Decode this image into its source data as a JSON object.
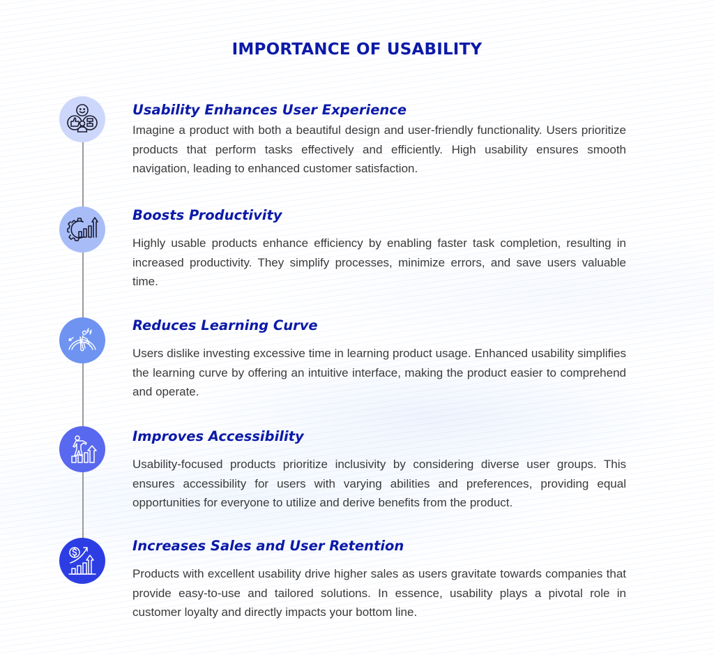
{
  "page": {
    "title": "IMPORTANCE OF USABILITY"
  },
  "colors": {
    "title": "#0b1aa8",
    "heading": "#0b1aa8",
    "body_text": "#3a3a3a",
    "timeline_line": "#9a9a9a",
    "circle_1": "#cdd7fb",
    "circle_2": "#a8bdf8",
    "circle_3": "#6e93f1",
    "circle_4": "#5868ef",
    "circle_5": "#2c3ee3"
  },
  "items": [
    {
      "icon": "user-experience-icon",
      "heading": "Usability Enhances User Experience",
      "text": "Imagine a product with both a beautiful design and user-friendly functionality. Users prioritize products that perform tasks effectively and efficiently. High usability ensures smooth navigation, leading to enhanced customer satisfaction."
    },
    {
      "icon": "gear-growth-chart-icon",
      "heading": "Boosts Productivity",
      "text": "Highly usable products enhance efficiency by enabling faster task completion, resulting in increased productivity. They simplify processes, minimize errors, and save users valuable time."
    },
    {
      "icon": "learning-curve-gauge-icon",
      "heading": "Reduces Learning Curve",
      "text": "Users dislike investing excessive time in learning product usage. Enhanced usability simplifies the learning curve by offering an intuitive interface, making the product easier to comprehend and operate."
    },
    {
      "icon": "person-climbing-steps-icon",
      "heading": "Improves Accessibility",
      "text": "Usability-focused products prioritize inclusivity by considering diverse user groups. This ensures accessibility for users with varying abilities and preferences, providing equal opportunities for everyone to utilize and derive benefits from the product."
    },
    {
      "icon": "dollar-growth-chart-icon",
      "heading": "Increases Sales and User Retention",
      "text": "Products with excellent usability drive higher sales as users gravitate towards companies that provide easy-to-use and tailored solutions. In essence, usability plays a pivotal role in customer loyalty and directly impacts your bottom line."
    }
  ]
}
